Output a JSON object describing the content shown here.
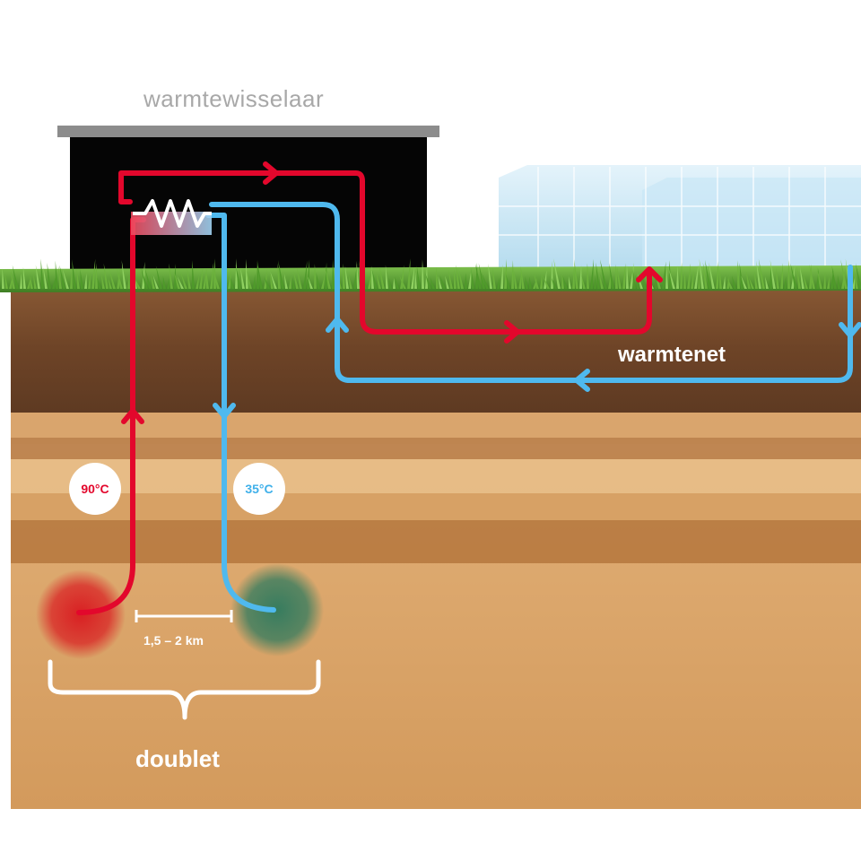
{
  "labels": {
    "heat_exchanger": "warmtewisselaar",
    "heat_network": "warmtenet",
    "doublet": "doublet",
    "distance": "1,5 – 2 km"
  },
  "temperatures": {
    "hot": "90°C",
    "cold": "35°C"
  },
  "colors": {
    "hot": "#e3072c",
    "cold": "#4fb9ee",
    "building": "#000000",
    "grass": "#4e9a2c",
    "topsoil": "#6f4428",
    "sand": "#d4a064"
  },
  "icons": [
    "building",
    "heat-exchanger-icon",
    "greenhouse",
    "hot-reservoir",
    "cold-reservoir"
  ]
}
